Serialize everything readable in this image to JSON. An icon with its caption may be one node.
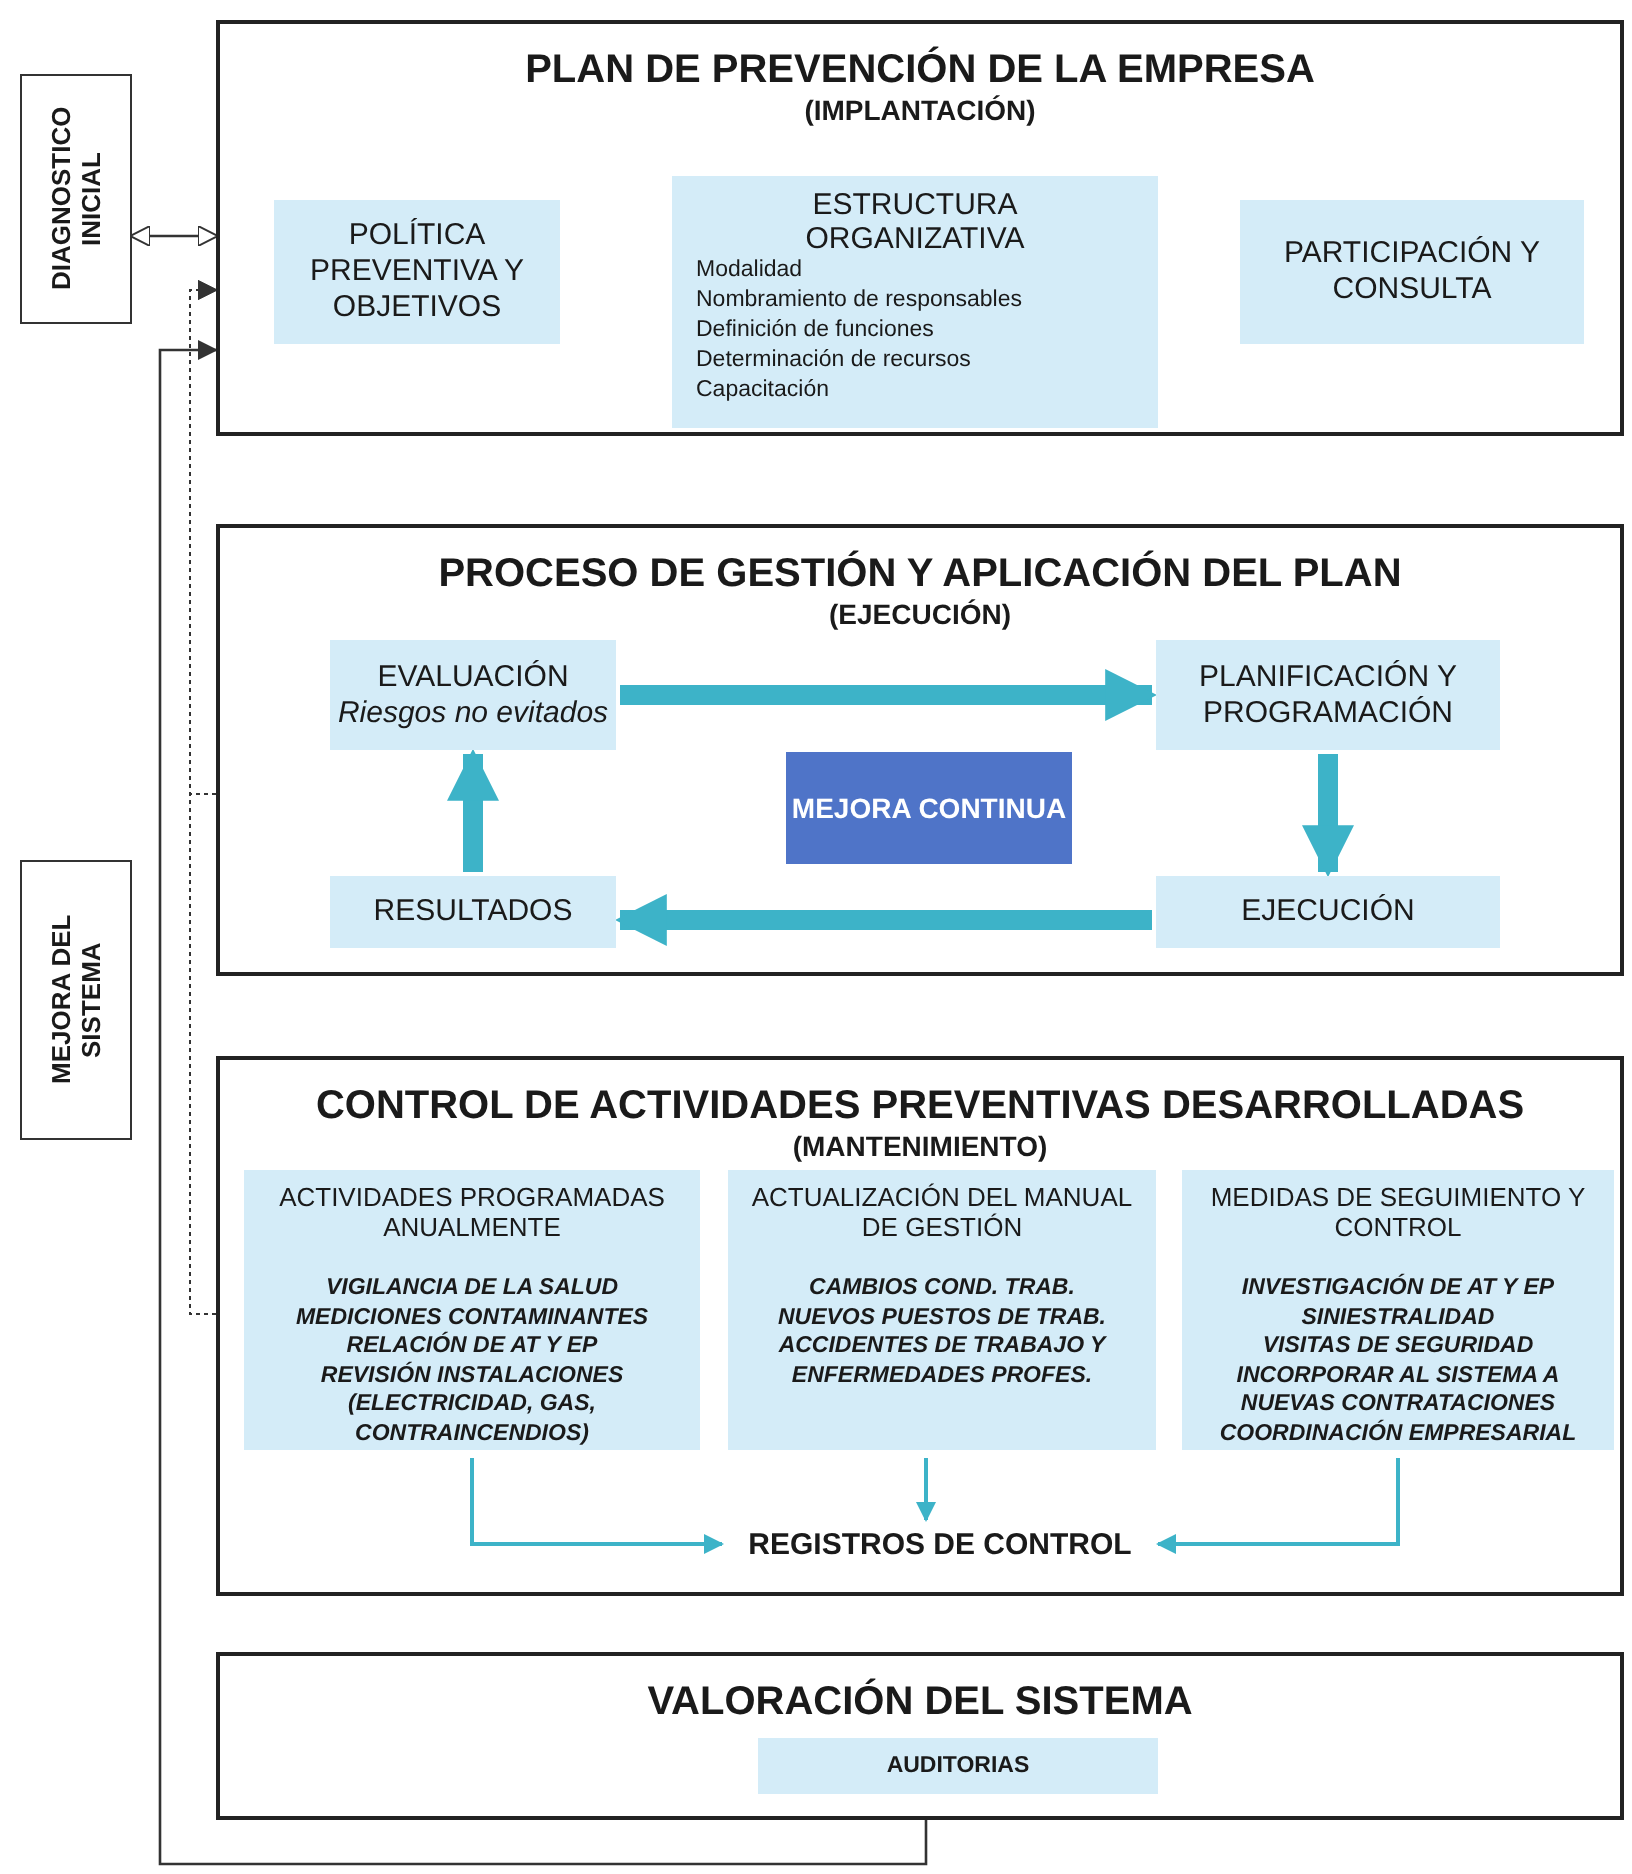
{
  "diagram": {
    "nodes": [
      {
        "text": [
          "DIAGNOSTICO INICIAL"
        ]
      },
      {
        "text": [
          "PLAN DE PREVENCIÓN DE LA EMPRESA",
          "(IMPLANTACIÓN)"
        ]
      },
      {
        "text": [
          "POLÍTICA PREVENTIVA Y OBJETIVOS"
        ],
        "in": 1
      },
      {
        "text": [
          "ESTRUCTURA ORGANIZATIVA",
          "Modalidad",
          "Nombramiento de responsables",
          "Definición de funciones",
          "Determinación de recursos",
          "Capacitación"
        ],
        "in": 1
      },
      {
        "text": [
          "PARTICIPACIÓN Y CONSULTA"
        ],
        "in": 1
      },
      {
        "text": [
          "PROCESO DE GESTIÓN Y APLICACIÓN DEL PLAN",
          "(EJECUCIÓN)"
        ]
      },
      {
        "text": [
          "EVALUACIÓN",
          "Riesgos no evitados"
        ],
        "in": 5
      },
      {
        "text": [
          "PLANIFICACIÓN Y PROGRAMACIÓN"
        ],
        "in": 5
      },
      {
        "text": [
          "MEJORA CONTINUA"
        ],
        "in": 5
      },
      {
        "text": [
          "RESULTADOS"
        ],
        "in": 5
      },
      {
        "text": [
          "EJECUCIÓN"
        ],
        "in": 5
      },
      {
        "text": [
          "MEJORA DEL SISTEMA"
        ]
      },
      {
        "text": [
          "CONTROL DE ACTIVIDADES PREVENTIVAS DESARROLLADAS",
          "(MANTENIMIENTO)"
        ]
      },
      {
        "text": [
          "ACTIVIDADES PROGRAMADAS ANUALMENTE",
          "VIGILANCIA DE LA SALUD",
          "MEDICIONES CONTAMINANTES",
          "RELACIÓN DE AT Y EP",
          "REVISIÓN INSTALACIONES (ELECTRICIDAD, GAS, CONTRAINCENDIOS)"
        ],
        "in": 12
      },
      {
        "text": [
          "ACTUALIZACIÓN DEL MANUAL DE GESTIÓN",
          "CAMBIOS COND. TRAB.",
          "NUEVOS PUESTOS DE TRAB.",
          "ACCIDENTES DE TRABAJO Y ENFERMEDADES PROFES."
        ],
        "in": 12
      },
      {
        "text": [
          "MEDIDAS DE SEGUIMIENTO Y CONTROL",
          "INVESTIGACIÓN DE AT Y EP",
          "SINIESTRALIDAD",
          "VISITAS DE SEGURIDAD",
          "INCORPORAR AL SISTEMA A NUEVAS CONTRATACIONES",
          "COORDINACIÓN EMPRESARIAL"
        ],
        "in": 12
      },
      {
        "text": [
          "REGISTROS DE CONTROL"
        ],
        "in": 12
      },
      {
        "text": [
          "VALORACIÓN DEL SISTEMA"
        ]
      },
      {
        "text": [
          "AUDITORIAS"
        ],
        "in": 17
      }
    ],
    "edges": [
      {
        "from": 0,
        "to": 1,
        "arrow": "both",
        "color": "#333333"
      },
      {
        "from": 6,
        "to": 7,
        "arrow": "to",
        "style": "thick"
      },
      {
        "from": 7,
        "to": 10,
        "arrow": "to",
        "style": "thick"
      },
      {
        "from": 10,
        "to": 9,
        "arrow": "to",
        "style": "thick"
      },
      {
        "from": 9,
        "to": 6,
        "arrow": "to",
        "style": "thick"
      },
      {
        "from": 13,
        "to": 16,
        "arrow": "to"
      },
      {
        "from": 14,
        "to": 16,
        "arrow": "to"
      },
      {
        "from": 15,
        "to": 16,
        "arrow": "to"
      },
      {
        "from": 17,
        "to": 1,
        "arrow": "to",
        "color": "#333333"
      },
      {
        "from": 12,
        "to": 1,
        "arrow": "to",
        "style": "dashed",
        "color": "#333333"
      },
      {
        "from": 5,
        "to": 1,
        "arrow": "to",
        "style": "dashed",
        "color": "#333333"
      }
    ]
  }
}
